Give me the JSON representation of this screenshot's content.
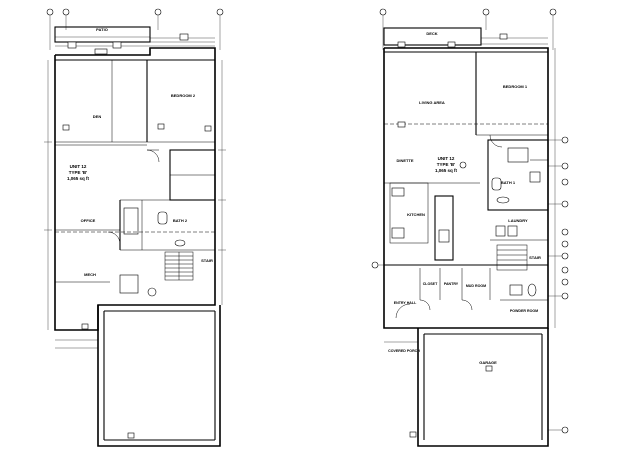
{
  "left_plan": {
    "room_patio": "PATIO",
    "room_den": "DEN",
    "room_bedroom": "BEDROOM 2",
    "unit_line1": "UNIT 12",
    "unit_line2": "TYPE 'B'",
    "unit_line3": "1,065 sq ft",
    "room_office": "OFFICE",
    "room_bath": "BATH 2",
    "room_stair": "STAIR",
    "room_mech": "MECH"
  },
  "right_plan": {
    "room_deck": "DECK",
    "room_living": "LIVING AREA",
    "room_bedroom": "BEDROOM 1",
    "room_dinette": "DINETTE",
    "unit_line1": "UNIT 12",
    "unit_line2": "TYPE 'B'",
    "unit_line3": "1,065 sq ft",
    "room_bath": "BATH 1",
    "room_kitchen": "KITCHEN",
    "room_laundry": "LAUNDRY",
    "room_stair": "STAIR",
    "room_closet": "CLOSET",
    "room_pantry": "PANTRY",
    "room_mud": "MUD ROOM",
    "room_entry": "ENTRY HALL",
    "room_powder": "POWDER ROOM",
    "room_covered": "COVERED PORCH",
    "room_garage": "GARAGE"
  }
}
